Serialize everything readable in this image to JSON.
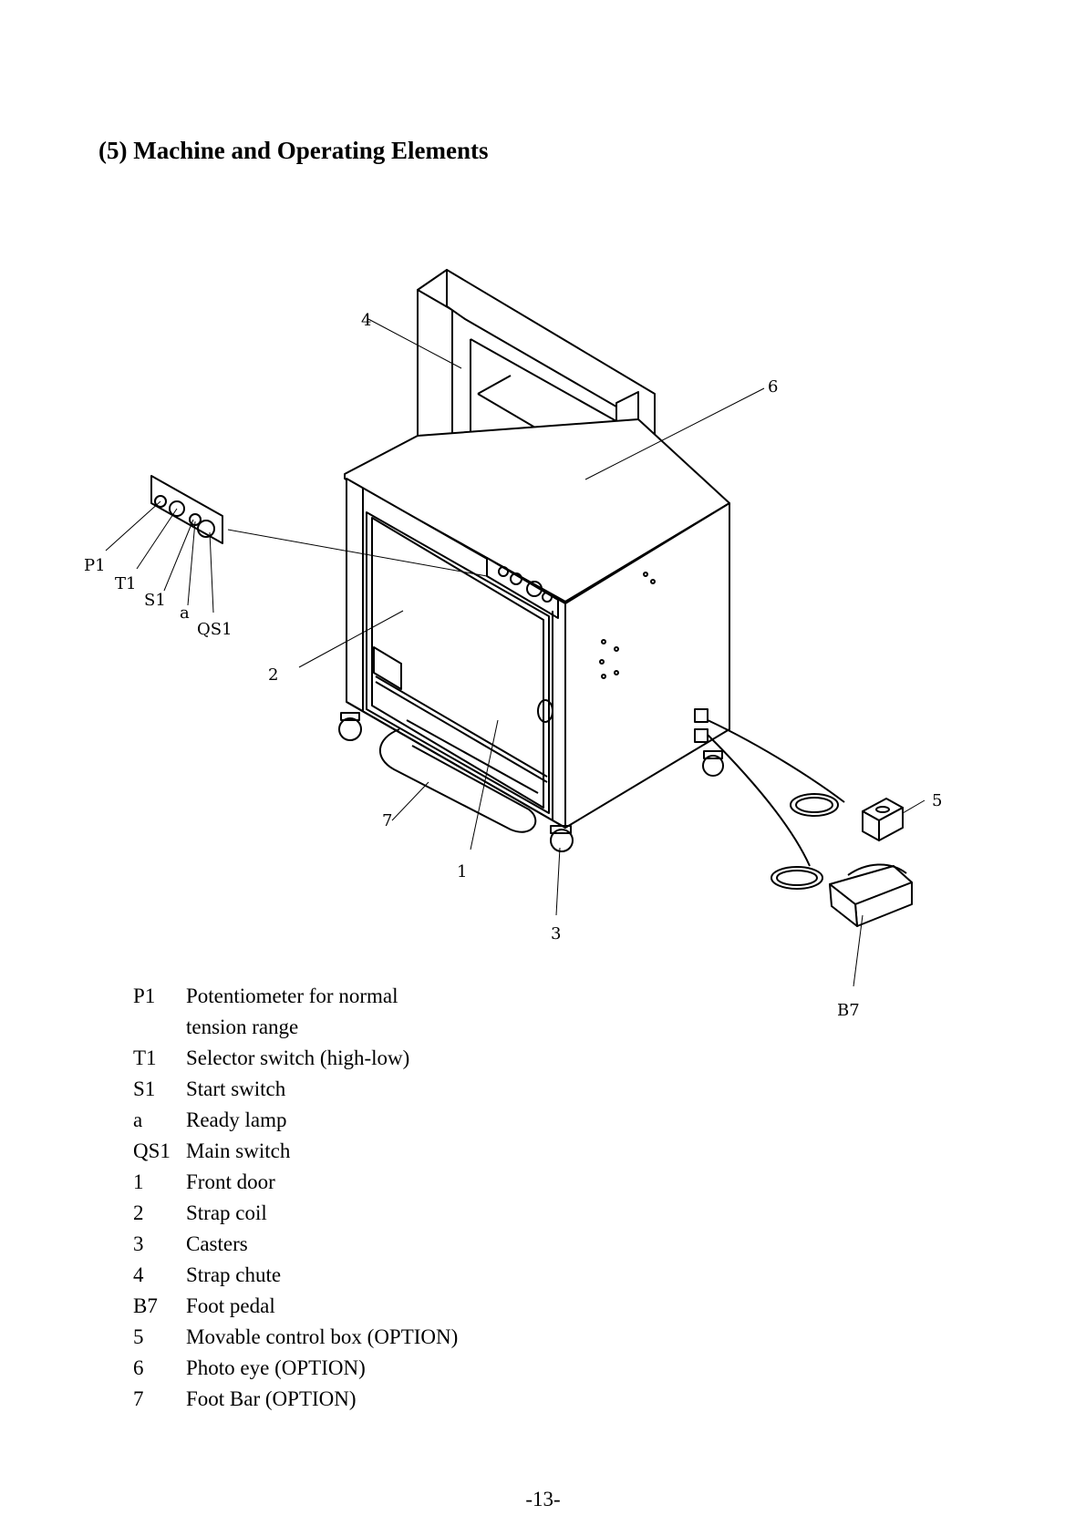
{
  "title": "(5) Machine and Operating Elements",
  "callouts": {
    "p1": "P1",
    "t1": "T1",
    "s1": "S1",
    "a": "a",
    "qs1": "QS1",
    "n1": "1",
    "n2": "2",
    "n3": "3",
    "n4": "4",
    "n5": "5",
    "n6": "6",
    "n7": "7",
    "b7": "B7"
  },
  "legend": [
    {
      "key": "P1",
      "text": "Potentiometer for normal",
      "cont": "tension range"
    },
    {
      "key": "T1",
      "text": "Selector switch (high-low)"
    },
    {
      "key": "S1",
      "text": "Start switch"
    },
    {
      "key": "a",
      "text": "Ready lamp"
    },
    {
      "key": "QS1",
      "text": "Main switch"
    },
    {
      "key": "1",
      "text": "Front door"
    },
    {
      "key": "2",
      "text": "Strap coil"
    },
    {
      "key": "3",
      "text": "Casters"
    },
    {
      "key": "4",
      "text": "Strap chute"
    },
    {
      "key": "B7",
      "text": "Foot pedal"
    },
    {
      "key": "5",
      "text": "Movable control box (OPTION)"
    },
    {
      "key": "6",
      "text": "Photo eye (OPTION)"
    },
    {
      "key": "7",
      "text": "Foot Bar (OPTION)"
    }
  ],
  "page_number": "-13-"
}
